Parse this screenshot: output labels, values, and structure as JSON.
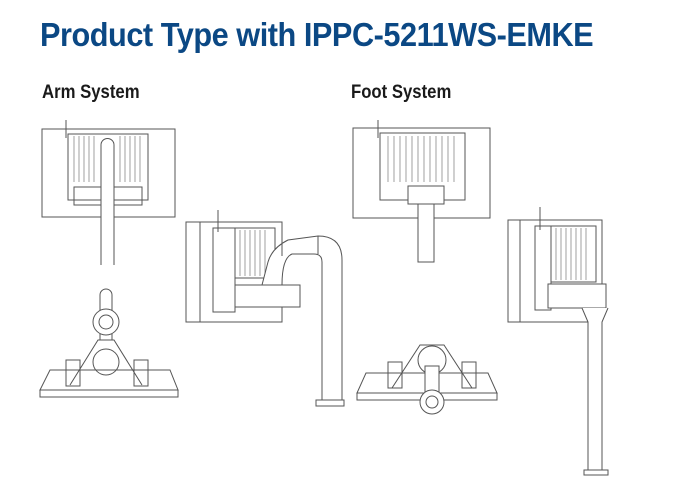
{
  "title": "Product Type with IPPC-5211WS-EMKE",
  "sections": [
    {
      "label": "Arm System"
    },
    {
      "label": "Foot System"
    }
  ],
  "colors": {
    "title": "#0b4884",
    "heading": "#1a1a1a",
    "line": "#555555"
  }
}
